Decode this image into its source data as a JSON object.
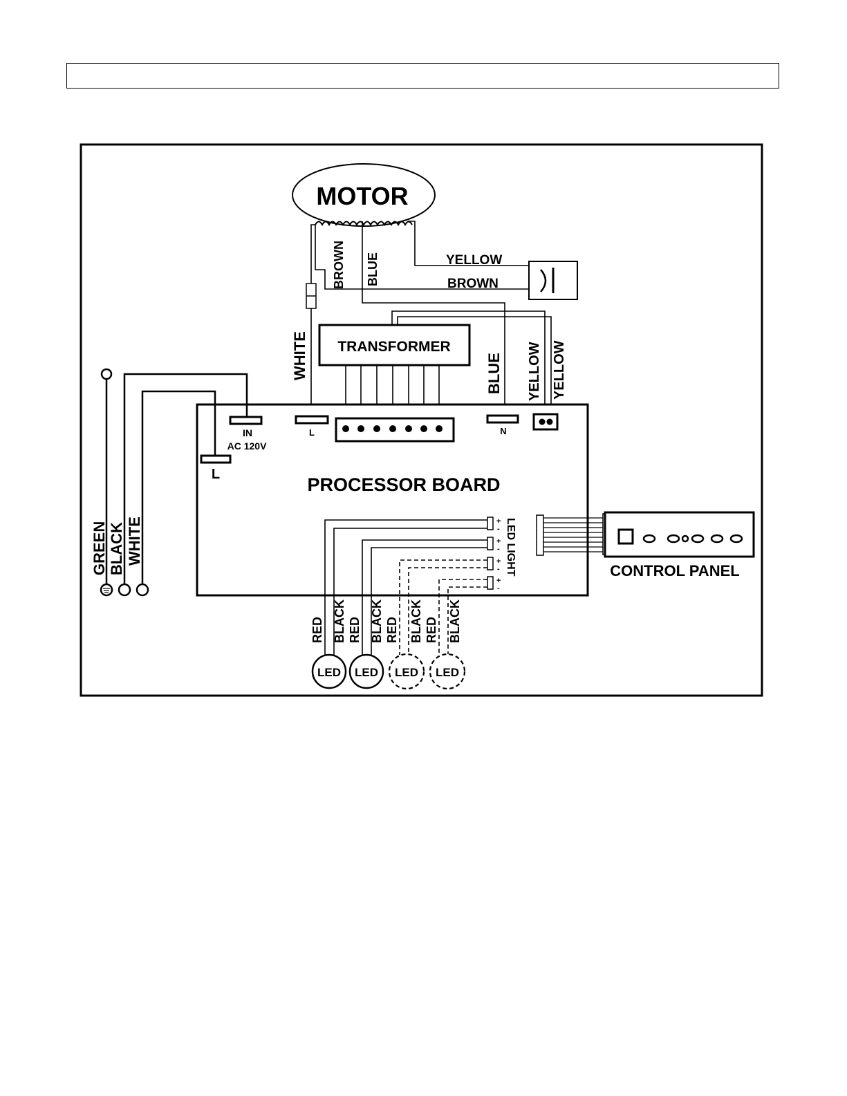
{
  "page": {
    "header_box_text": ""
  },
  "diagram": {
    "motor": "MOTOR",
    "transformer": "TRANSFORMER",
    "processor_board": "PROCESSOR BOARD",
    "control_panel": "CONTROL PANEL",
    "terminals": {
      "in": "IN",
      "ac": "AC 120V",
      "l_main": "L",
      "l_board": "L",
      "n": "N"
    },
    "wires": {
      "brown_vertical": "BROWN",
      "blue_vertical": "BLUE",
      "yellow_cap": "YELLOW",
      "brown_cap": "BROWN",
      "white": "WHITE",
      "blue_board": "BLUE",
      "yellow_1": "YELLOW",
      "yellow_2": "YELLOW",
      "green": "GREEN",
      "black": "BLACK",
      "white_supply": "WHITE"
    },
    "led_light_label": "LED LIGHT",
    "led_pins": [
      "+",
      "-"
    ],
    "led_wires": [
      {
        "red": "RED",
        "black": "BLACK"
      },
      {
        "red": "RED",
        "black": "BLACK"
      },
      {
        "red": "RED",
        "black": "BLACK"
      },
      {
        "red": "RED",
        "black": "BLACK"
      }
    ],
    "leds": [
      "LED",
      "LED",
      "LED",
      "LED"
    ]
  }
}
